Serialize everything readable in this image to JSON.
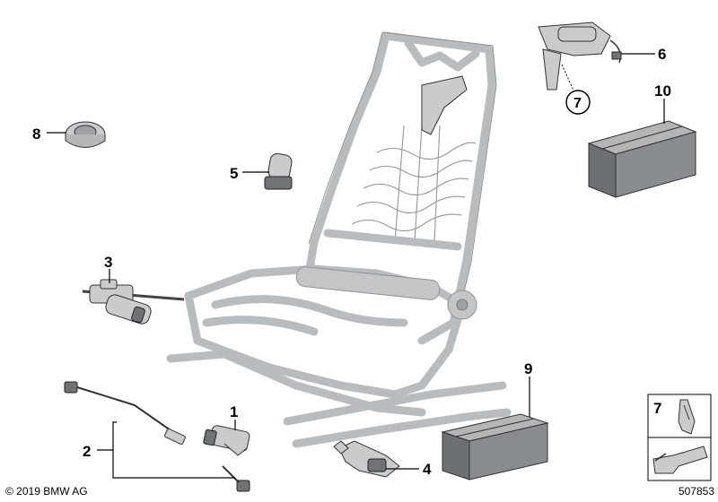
{
  "callouts": {
    "c1": "1",
    "c2": "2",
    "c3": "3",
    "c4": "4",
    "c5": "5",
    "c6": "6",
    "c7": "7",
    "c8": "8",
    "c9": "9",
    "c10": "10",
    "legend_7": "7"
  },
  "footer": {
    "copyright": "© 2019 BMW AG",
    "diagram_number": "507853"
  }
}
